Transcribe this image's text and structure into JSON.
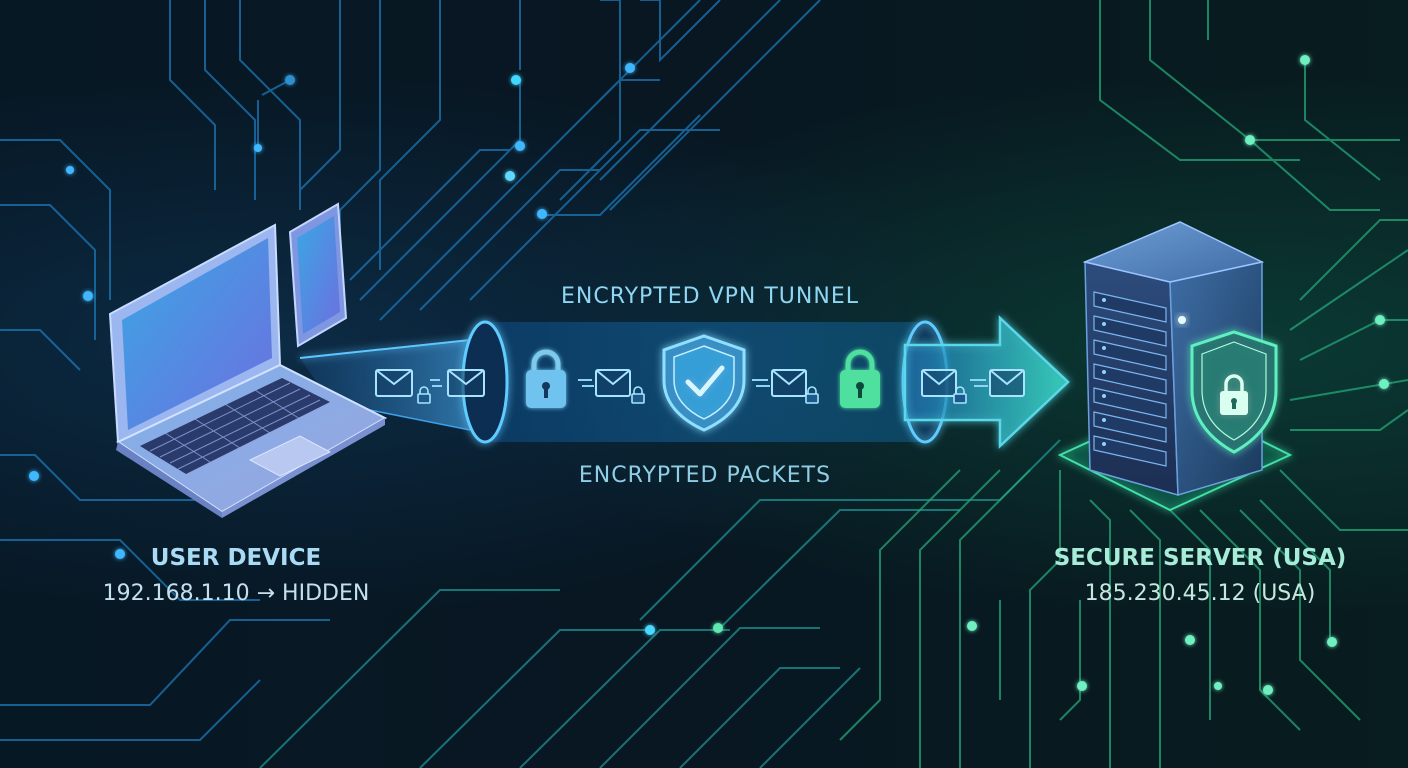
{
  "tunnel": {
    "title": "ENCRYPTED VPN TUNNEL",
    "subtitle": "ENCRYPTED PACKETS"
  },
  "user_device": {
    "title": "USER DEVICE",
    "ip": "192.168.1.10 → HIDDEN"
  },
  "server": {
    "title": "SECURE SERVER (USA)",
    "ip": "185.230.45.12 (USA)"
  },
  "icons": [
    "laptop-icon",
    "phone-icon",
    "envelope-icon",
    "padlock-icon",
    "shield-check-icon",
    "server-rack-icon",
    "shield-lock-icon",
    "arrow-right-icon"
  ],
  "colors": {
    "background": "#07141d",
    "circuit_blue": "#1d8fd6",
    "circuit_green": "#22b87a",
    "tunnel_glow": "#3fb4ff",
    "lock_blue": "#6fc3ee",
    "lock_green": "#4fe0a0"
  }
}
